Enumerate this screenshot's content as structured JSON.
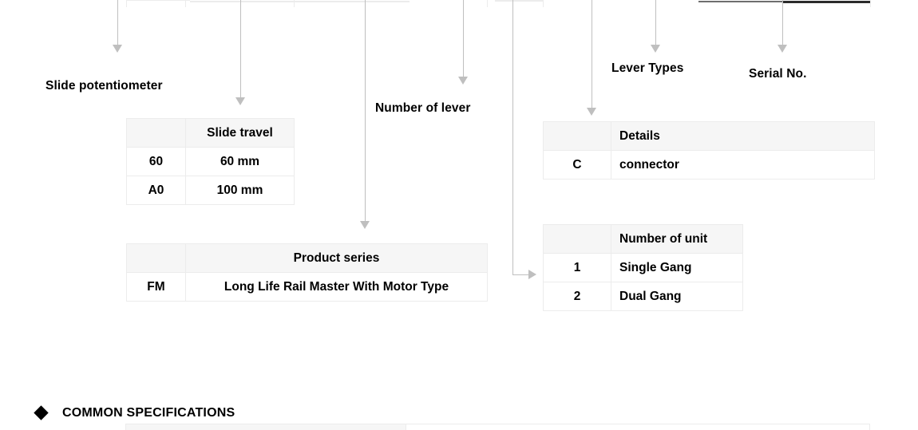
{
  "document": {
    "type": "part-number-breakdown-diagram",
    "section_heading": "COMMON SPECIFICATIONS"
  },
  "callouts": [
    {
      "name": "slide-potentiometer",
      "label": "Slide potentiometer"
    },
    {
      "name": "number-of-lever",
      "label": "Number of lever"
    },
    {
      "name": "lever-types",
      "label": "Lever Types"
    },
    {
      "name": "serial-no",
      "label": "Serial No."
    }
  ],
  "tables": {
    "slide_travel": {
      "header_blank": "",
      "header": "Slide travel",
      "rows": [
        {
          "code": "60",
          "desc": "60 mm"
        },
        {
          "code": "A0",
          "desc": "100 mm"
        }
      ]
    },
    "product_series": {
      "header_blank": "",
      "header": "Product series",
      "rows": [
        {
          "code": "FM",
          "desc": "Long Life Rail Master With Motor Type"
        }
      ]
    },
    "details": {
      "header_blank": "",
      "header": "Details",
      "rows": [
        {
          "code": "C",
          "desc": "connector"
        }
      ]
    },
    "number_of_unit": {
      "header_blank": "",
      "header": "Number of unit",
      "rows": [
        {
          "code": "1",
          "desc": "Single Gang"
        },
        {
          "code": "2",
          "desc": "Dual Gang"
        }
      ]
    }
  },
  "colors": {
    "arrow": "#bfbfbf",
    "table_border": "#ececec",
    "table_header_fill": "#f6f6f6",
    "text": "#000000"
  }
}
